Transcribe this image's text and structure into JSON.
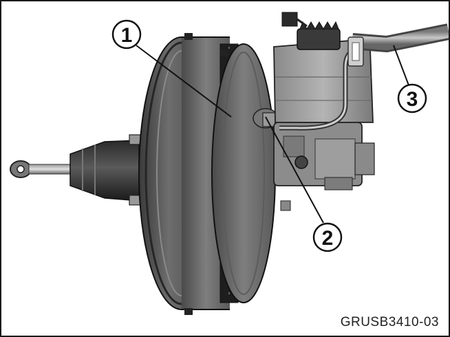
{
  "figure": {
    "callouts": [
      {
        "label": "1"
      },
      {
        "label": "2"
      },
      {
        "label": "3"
      }
    ],
    "figure_id": "GRUSB3410-03"
  }
}
